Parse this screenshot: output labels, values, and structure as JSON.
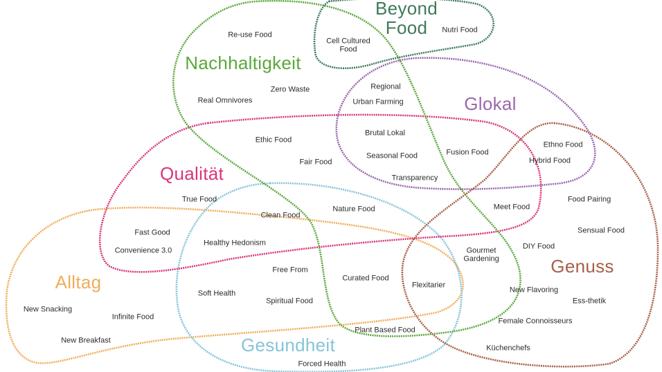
{
  "colors": {
    "nachhaltigkeit": "#5aa83a",
    "beyond_food": "#3f7a5a",
    "glokal": "#9a68ad",
    "qualitaet": "#d8357a",
    "alltag": "#f0ad5a",
    "gesundheit": "#86c4d8",
    "genuss": "#a95e45"
  },
  "categories": {
    "nachhaltigkeit": "Nachhaltigkeit",
    "beyond_food_line1": "Beyond",
    "beyond_food_line2": "Food",
    "glokal": "Glokal",
    "qualitaet": "Qualität",
    "alltag": "Alltag",
    "gesundheit": "Gesundheit",
    "genuss": "Genuss"
  },
  "trends": {
    "reuse_food": "Re-use Food",
    "cell_cultured_l1": "Cell Cultured",
    "cell_cultured_l2": "Food",
    "nutri_food": "Nutri Food",
    "zero_waste": "Zero Waste",
    "real_omnivores": "Real Omnivores",
    "regional": "Regional",
    "urban_farming": "Urban Farming",
    "brutal_lokal": "Brutal Lokal",
    "ethic_food": "Ethic Food",
    "seasonal_food": "Seasonal Food",
    "fusion_food": "Fusion Food",
    "ethno_food": "Ethno Food",
    "hybrid_food": "Hybrid Food",
    "fair_food": "Fair Food",
    "transparency": "Transparency",
    "true_food": "True Food",
    "nature_food": "Nature Food",
    "meet_food": "Meet Food",
    "food_pairing": "Food Pairing",
    "clean_food": "Clean Food",
    "fast_good": "Fast Good",
    "sensual_food": "Sensual Food",
    "healthy_hedonism": "Healthy Hedonism",
    "convenience": "Convenience 3.0",
    "diy_food": "DIY Food",
    "gourmet_l1": "Gourmet",
    "gourmet_l2": "Gardening",
    "free_from": "Free From",
    "curated_food": "Curated Food",
    "flexitarier": "Flexitarier",
    "new_flavoring": "New Flavoring",
    "soft_health": "Soft Health",
    "spiritual_food": "Spiritual Food",
    "ess_thetik": "Ess-thetik",
    "new_snacking": "New Snacking",
    "infinite_food": "Infinite Food",
    "female_connoisseurs": "Female Connoisseurs",
    "plant_based": "Plant Based Food",
    "new_breakfast": "New Breakfast",
    "kuechenchefs": "Küchenchefs",
    "forced_health": "Forced Health"
  }
}
